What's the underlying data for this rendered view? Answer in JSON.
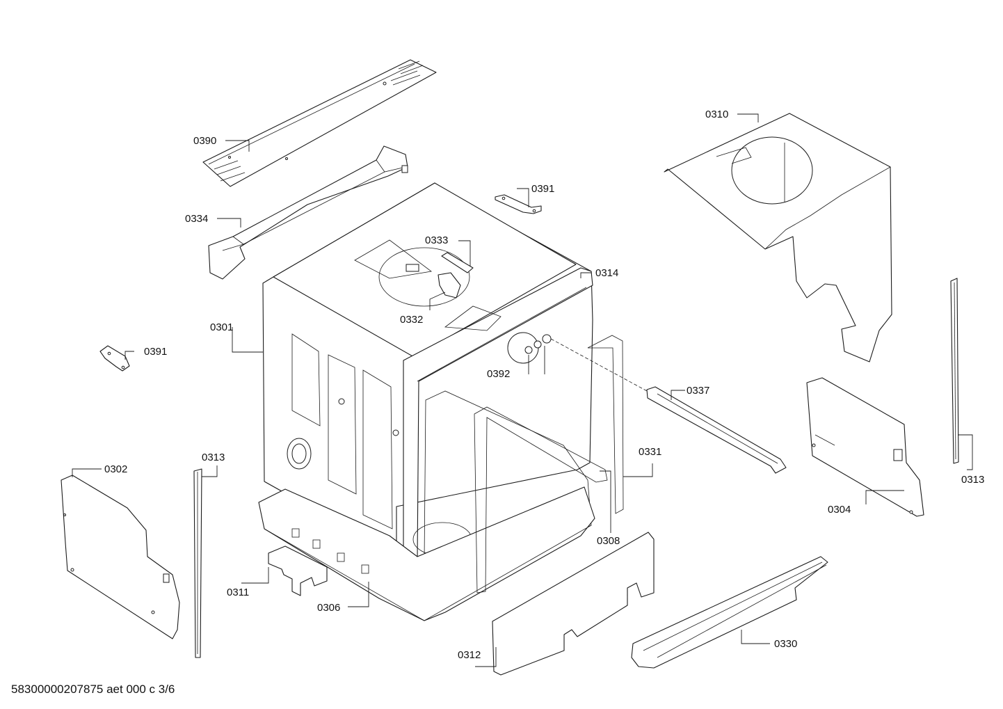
{
  "drawing": {
    "footer": "58300000207875 aet 000 c 3/6",
    "parts": [
      {
        "id": "p0390",
        "label": "0390",
        "icon": "base-plate-icon"
      },
      {
        "id": "p0334",
        "label": "0334",
        "icon": "rail-icon"
      },
      {
        "id": "p0391a",
        "label": "0391",
        "icon": "bracket-icon"
      },
      {
        "id": "p0391b",
        "label": "0391",
        "icon": "bracket-icon"
      },
      {
        "id": "p0333",
        "label": "0333",
        "icon": "clip-icon"
      },
      {
        "id": "p0332",
        "label": "0332",
        "icon": "hinge-icon"
      },
      {
        "id": "p0314",
        "label": "0314",
        "icon": "frame-icon"
      },
      {
        "id": "p0301",
        "label": "0301",
        "icon": "tub-icon"
      },
      {
        "id": "p0392",
        "label": "0392",
        "icon": "screw-icon"
      },
      {
        "id": "p0337",
        "label": "0337",
        "icon": "rod-icon"
      },
      {
        "id": "p0310",
        "label": "0310",
        "icon": "cover-icon"
      },
      {
        "id": "p0302",
        "label": "0302",
        "icon": "side-panel-icon"
      },
      {
        "id": "p0313a",
        "label": "0313",
        "icon": "strip-icon"
      },
      {
        "id": "p0313b",
        "label": "0313",
        "icon": "strip-icon"
      },
      {
        "id": "p0331",
        "label": "0331",
        "icon": "seal-icon"
      },
      {
        "id": "p0308",
        "label": "0308",
        "icon": "gasket-icon"
      },
      {
        "id": "p0304",
        "label": "0304",
        "icon": "side-panel-icon"
      },
      {
        "id": "p0311",
        "label": "0311",
        "icon": "insulation-icon"
      },
      {
        "id": "p0306",
        "label": "0306",
        "icon": "base-icon"
      },
      {
        "id": "p0312",
        "label": "0312",
        "icon": "insulation-icon"
      },
      {
        "id": "p0330",
        "label": "0330",
        "icon": "channel-icon"
      }
    ]
  }
}
